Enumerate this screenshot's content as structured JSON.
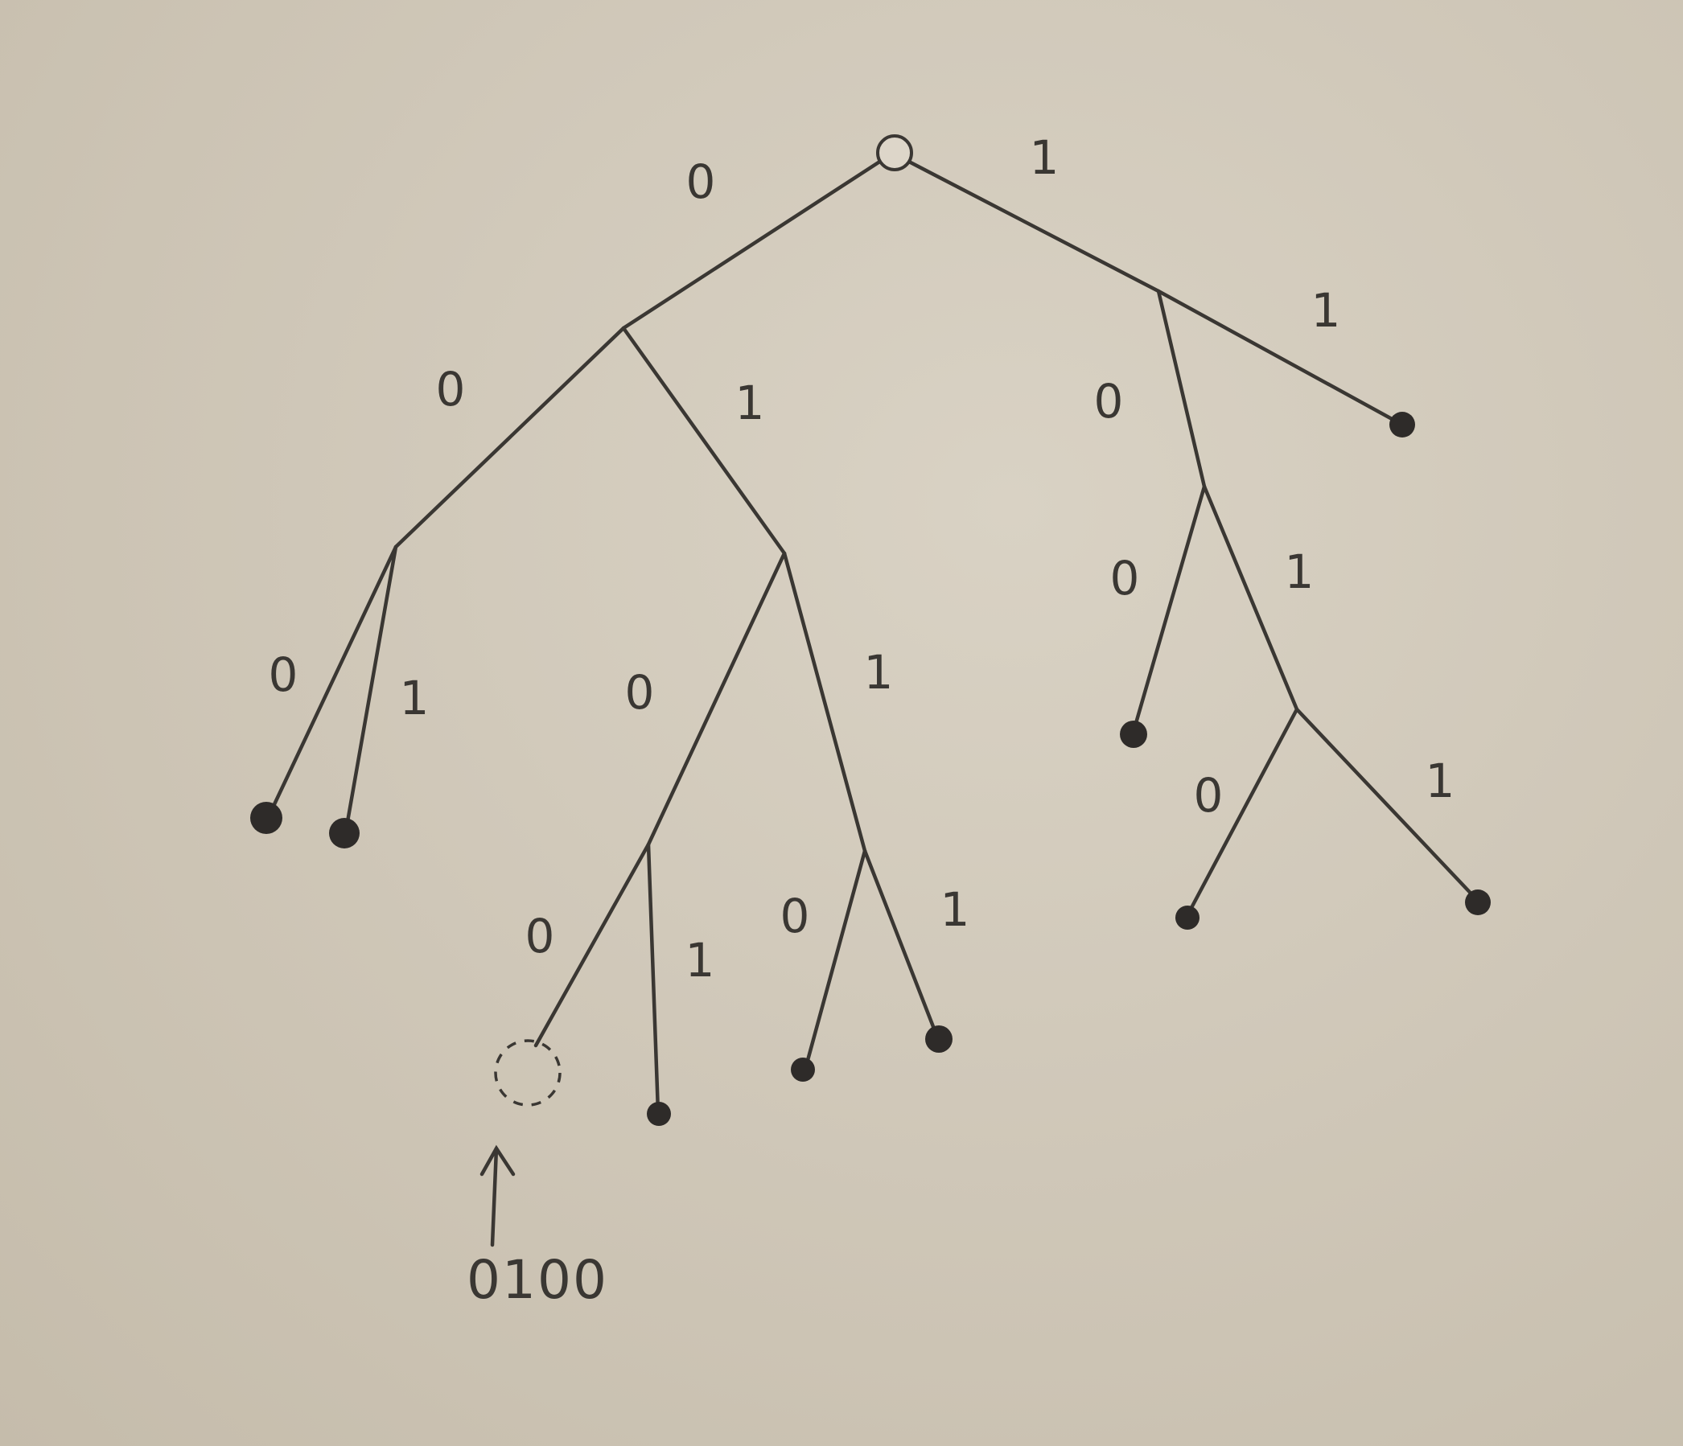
{
  "tree": {
    "edge_labels": {
      "root_left": "0",
      "root_right": "1",
      "n0_left": "0",
      "n0_right": "1",
      "n00_left": "0",
      "n00_right": "1",
      "n01_left": "0",
      "n01_right": "1",
      "n010_left": "0",
      "n010_right": "1",
      "n011_left": "0",
      "n011_right": "1",
      "n1_left": "0",
      "n1_right": "1",
      "n10_left": "0",
      "n10_right": "1",
      "n101_left": "0",
      "n101_right": "1"
    },
    "annotation": {
      "code": "0100"
    }
  }
}
